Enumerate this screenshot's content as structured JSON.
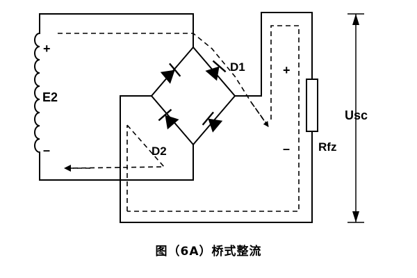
{
  "labels": {
    "transformer": "E2",
    "diode_top": "D1",
    "diode_bottom": "D2",
    "load": "Rfz",
    "output_voltage": "Usc",
    "plus_source": "+",
    "minus_source": "–",
    "plus_load": "+",
    "minus_load": "–"
  },
  "caption": "图（6A）桥式整流"
}
